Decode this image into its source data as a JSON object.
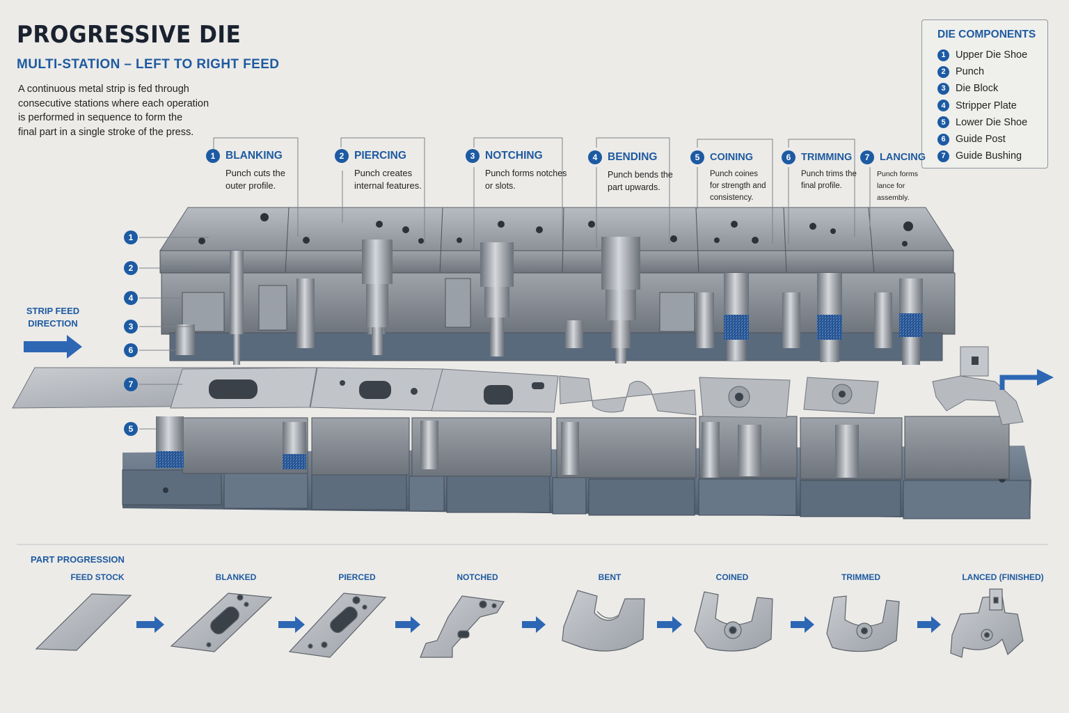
{
  "header": {
    "title": "PROGRESSIVE DIE",
    "subtitle": "MULTI-STATION – LEFT TO RIGHT FEED",
    "intro_lines": [
      "A continuous metal strip is fed through",
      "consecutive stations where each operation",
      "is performed in sequence to form the",
      "final part in a single stroke of the press."
    ]
  },
  "legend": {
    "title": "DIE COMPONENTS",
    "items": [
      {
        "num": "1",
        "label": "Upper Die Shoe"
      },
      {
        "num": "2",
        "label": "Punch"
      },
      {
        "num": "3",
        "label": "Die Block"
      },
      {
        "num": "4",
        "label": "Stripper Plate"
      },
      {
        "num": "5",
        "label": "Lower Die Shoe"
      },
      {
        "num": "6",
        "label": "Guide Post"
      },
      {
        "num": "7",
        "label": "Guide Bushing"
      }
    ]
  },
  "stations": [
    {
      "num": "1",
      "name": "BLANKING",
      "desc": [
        "Punch cuts the",
        "outer profile."
      ]
    },
    {
      "num": "2",
      "name": "PIERCING",
      "desc": [
        "Punch creates",
        "internal features."
      ]
    },
    {
      "num": "3",
      "name": "NOTCHING",
      "desc": [
        "Punch forms notches",
        "or slots."
      ]
    },
    {
      "num": "4",
      "name": "BENDING",
      "desc": [
        "Punch bends the",
        "part upwards."
      ]
    },
    {
      "num": "5",
      "name": "COINING",
      "desc": [
        "Punch coines",
        "for strength and",
        "consistency."
      ]
    },
    {
      "num": "6",
      "name": "TRIMMING",
      "desc": [
        "Punch trims the",
        "final profile."
      ]
    },
    {
      "num": "7",
      "name": "LANCING",
      "desc": [
        "Punch forms",
        "lance for",
        "assembly."
      ]
    }
  ],
  "feed": {
    "label_line1": "STRIP FEED",
    "label_line2": "DIRECTION"
  },
  "side_markers": [
    "1",
    "2",
    "4",
    "3",
    "6",
    "7",
    "5"
  ],
  "progression": {
    "title": "PART PROGRESSION",
    "stages": [
      "FEED STOCK",
      "BLANKED",
      "PIERCED",
      "NOTCHED",
      "BENT",
      "COINED",
      "TRIMMED",
      "LANCED (FINISHED)"
    ]
  },
  "colors": {
    "accent": "#1e5aa0",
    "steel": "#8d939b",
    "steel_dark": "#5f666f",
    "base": "#6a7d92",
    "bushing": "#2d5fa8"
  }
}
